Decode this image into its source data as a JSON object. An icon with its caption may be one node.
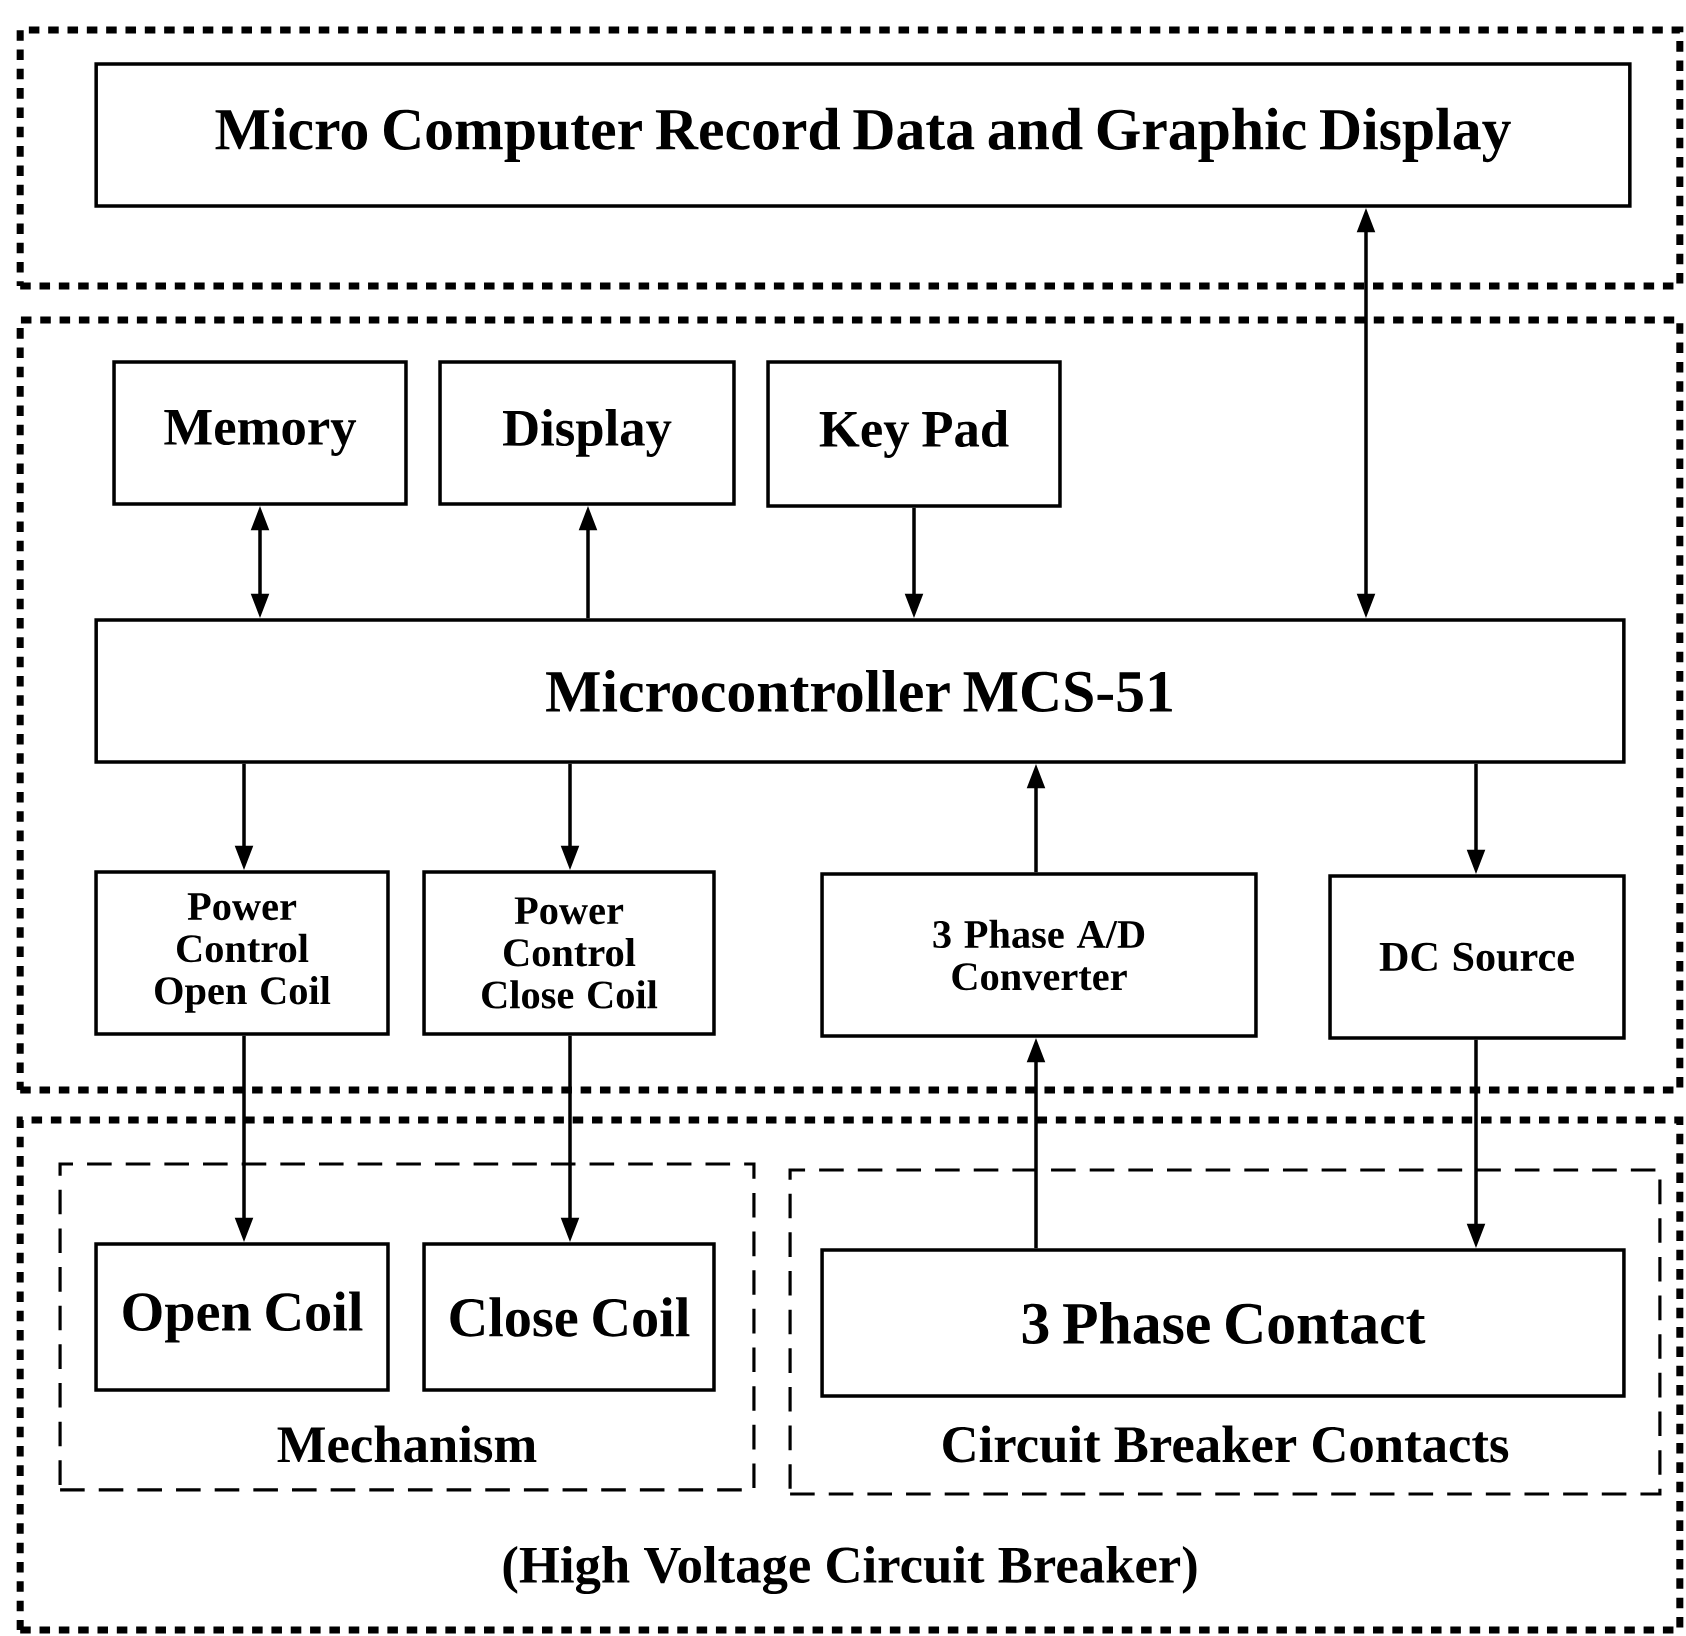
{
  "diagram": {
    "nodes": [
      {
        "text": [],
        "shape": "box"
      },
      {
        "text": [
          "Micro Computer Record Data and Graphic Display"
        ],
        "in": 0
      },
      {
        "text": [],
        "shape": "box"
      },
      {
        "text": [
          "Memory"
        ],
        "in": 2
      },
      {
        "text": [
          "Display"
        ],
        "in": 2
      },
      {
        "text": [
          "Key Pad"
        ],
        "in": 2
      },
      {
        "text": [
          "Microcontroller MCS-51"
        ],
        "in": 2
      },
      {
        "text": [
          "Power Control Open Coil"
        ],
        "in": 2
      },
      {
        "text": [
          "Power Control Close Coil"
        ],
        "in": 2
      },
      {
        "text": [
          "3 Phase A/D Converter"
        ],
        "in": 2
      },
      {
        "text": [
          "DC Source"
        ],
        "in": 2
      },
      {
        "text": [
          "(High Voltage Circuit Breaker)"
        ]
      },
      {
        "text": [
          "Mechanism"
        ],
        "in": 11
      },
      {
        "text": [
          "Circuit Breaker Contacts"
        ],
        "in": 11
      },
      {
        "text": [
          "Open Coil"
        ],
        "in": 12
      },
      {
        "text": [
          "Close Coil"
        ],
        "in": 12
      },
      {
        "text": [
          "3 Phase Contact"
        ],
        "in": 13
      }
    ],
    "edges": [
      {
        "from": 6,
        "to": 1,
        "arrow": "both"
      },
      {
        "from": 3,
        "to": 6,
        "arrow": "both"
      },
      {
        "from": 6,
        "to": 4,
        "arrow": "to"
      },
      {
        "from": 5,
        "to": 6,
        "arrow": "to"
      },
      {
        "from": 6,
        "to": 7,
        "arrow": "to"
      },
      {
        "from": 6,
        "to": 8,
        "arrow": "to"
      },
      {
        "from": 9,
        "to": 6,
        "arrow": "to"
      },
      {
        "from": 6,
        "to": 10,
        "arrow": "to"
      },
      {
        "from": 7,
        "to": 14,
        "arrow": "to"
      },
      {
        "from": 8,
        "to": 15,
        "arrow": "to"
      },
      {
        "from": 16,
        "to": 9,
        "arrow": "to"
      },
      {
        "from": 10,
        "to": 16,
        "arrow": "to"
      }
    ]
  }
}
